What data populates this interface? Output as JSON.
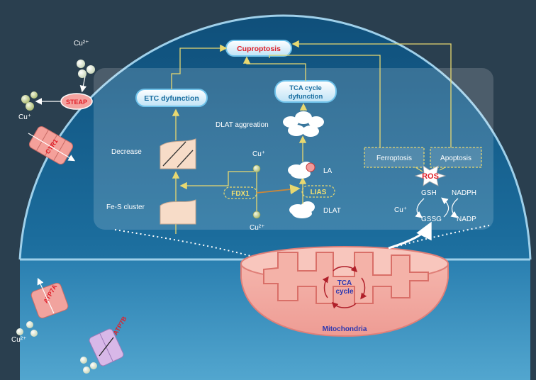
{
  "labels": {
    "cu2_top": "Cu²⁺",
    "cu_plus_left": "Cu⁺",
    "steap": "STEAP",
    "ctr1": "CTR1",
    "cuproptosis": "Cuproptosis",
    "etc_dysfunction": "ETC dyfunction",
    "tca_line1": "TCA cycle",
    "tca_line2": "dyfunction",
    "dlat_aggregation": "DLAT aggreation",
    "decrease": "Decrease",
    "cu_plus_mid": "Cu⁺",
    "la": "LA",
    "fes_cluster": "Fe-S cluster",
    "fdx1": "FDX1",
    "lias": "LIAS",
    "dlat": "DLAT",
    "cu2_mid": "Cu²⁺",
    "ferroptosis": "Ferroptosis",
    "apoptosis": "Apoptosis",
    "ros": "ROS",
    "gsh": "GSH",
    "nadph": "NADPH",
    "cu_plus_right": "Cu⁺",
    "gssg": "GSSG",
    "nadp": "NADP",
    "tca_cycle_line1": "TCA",
    "tca_cycle_line2": "cycle",
    "mitochondria": "Mitochondria",
    "atp7a": "ATP7A",
    "atp7b": "ATP7B",
    "cu2_bottom": "Cu²⁺"
  },
  "colors": {
    "background": "#2a3f4f",
    "cell_upper": "#175f8d",
    "cell_lower": "#2e86b5",
    "mitochondria": "#f2a8a0",
    "arrow": "#e8d870"
  }
}
